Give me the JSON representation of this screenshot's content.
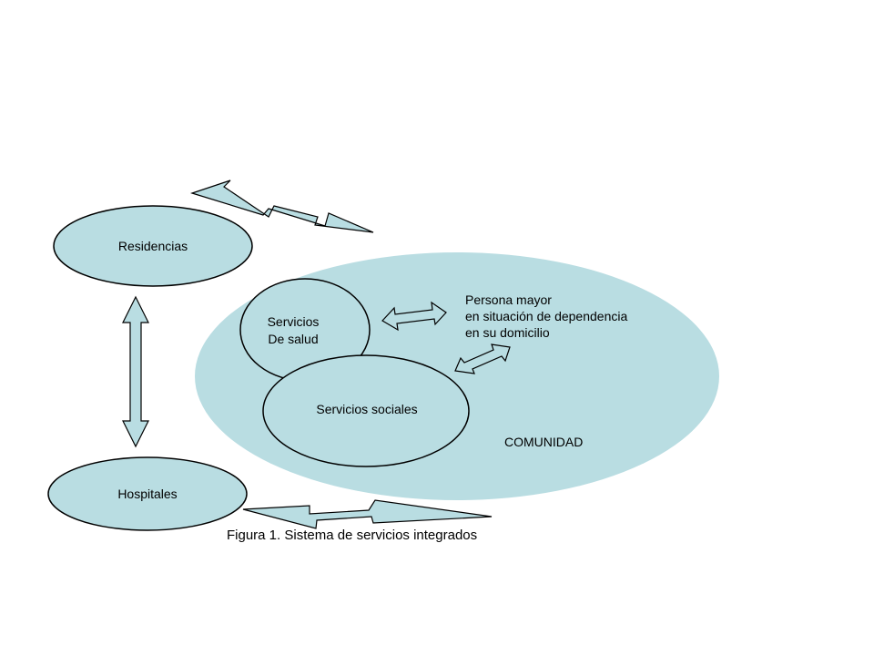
{
  "diagram": {
    "nodes": {
      "residencias": "Residencias",
      "hospitales": "Hospitales",
      "salud_line1": "Servicios",
      "salud_line2": "De salud",
      "sociales": "Servicios sociales",
      "persona_line1": "Persona mayor",
      "persona_line2": "en situación de dependencia",
      "persona_line3": "en su domicilio",
      "comunidad": "COMUNIDAD"
    },
    "caption": "Figura 1. Sistema de servicios integrados"
  },
  "colors": {
    "fill": "#b9dde2",
    "stroke": "#000000",
    "background": "#ffffff"
  }
}
